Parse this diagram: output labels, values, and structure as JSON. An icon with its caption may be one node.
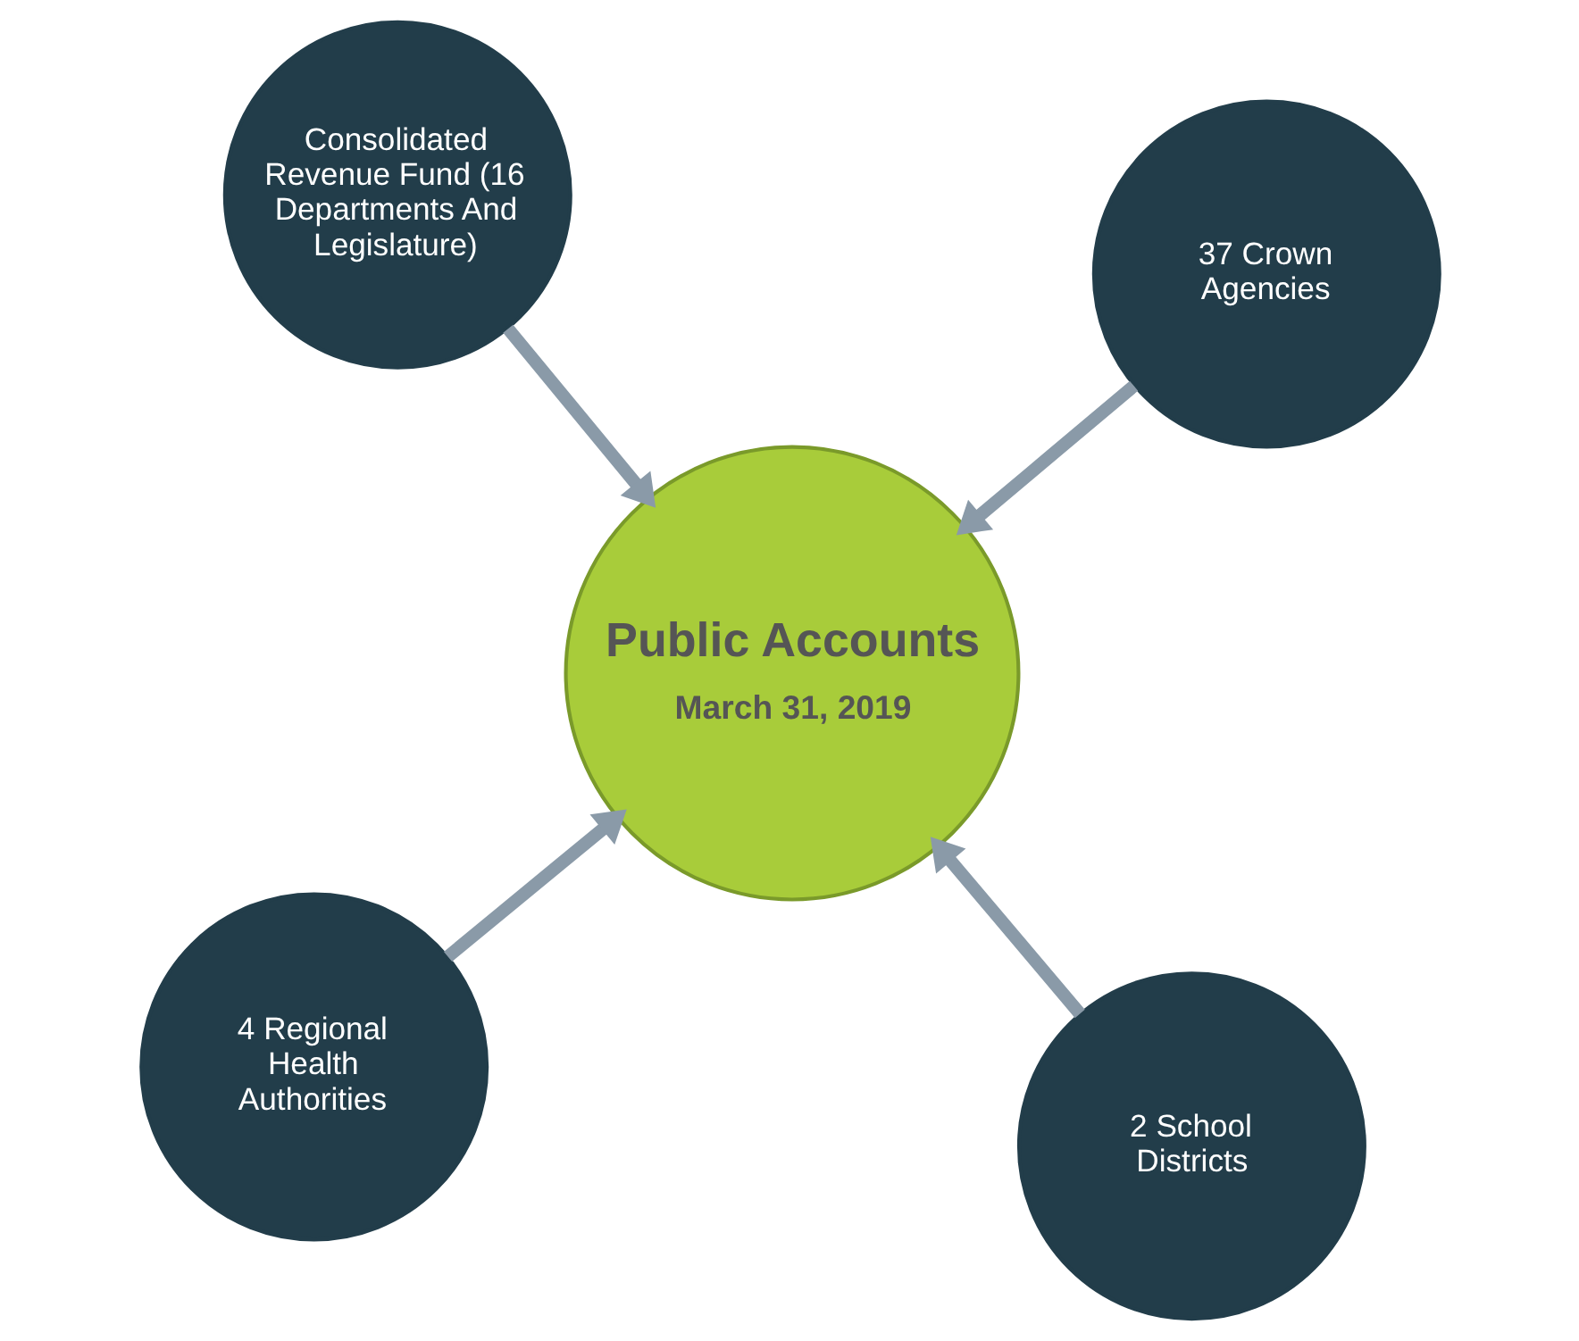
{
  "diagram": {
    "nodes": [
      {
        "text": [
          "4 Regional Health Authorities"
        ]
      },
      {
        "text": [
          "2 School Districts"
        ]
      },
      {
        "text": [
          "Public Accounts",
          "March 31, 2019"
        ]
      },
      {
        "text": [
          "Consolidated Revenue Fund (16 Departments And Legislature)"
        ]
      },
      {
        "text": [
          "37 Crown Agencies"
        ]
      }
    ],
    "edges": [
      {
        "from": 0,
        "to": 2,
        "arrow": "to"
      },
      {
        "from": 1,
        "to": 2,
        "arrow": "to"
      },
      {
        "from": 3,
        "to": 2,
        "arrow": "to"
      },
      {
        "from": 4,
        "to": 2,
        "arrow": "to"
      }
    ]
  }
}
